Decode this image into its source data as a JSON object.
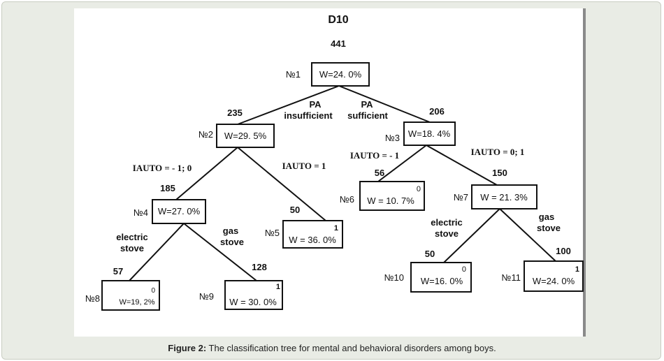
{
  "title": "D10",
  "root_count": "441",
  "nodes": {
    "n1": {
      "id": "№1",
      "w": "W=24. 0%"
    },
    "n2": {
      "id": "№2",
      "w": "W=29. 5%",
      "count": "235"
    },
    "n3": {
      "id": "№3",
      "w": "W=18. 4%",
      "count": "206"
    },
    "n4": {
      "id": "№4",
      "w": "W=27. 0%",
      "count": "185"
    },
    "n5": {
      "id": "№5",
      "w": "W = 36. 0%",
      "count": "50",
      "cls": "1"
    },
    "n6": {
      "id": "№6",
      "w": "W = 10. 7%",
      "count": "56",
      "cls": "0"
    },
    "n7": {
      "id": "№7",
      "w": "W = 21. 3%",
      "count": "150"
    },
    "n8": {
      "id": "№8",
      "w": "W=19, 2%",
      "count": "57",
      "cls": "0"
    },
    "n9": {
      "id": "№9",
      "w": "W = 30. 0%",
      "count": "128",
      "cls": "1"
    },
    "n10": {
      "id": "№10",
      "w": "W=16. 0%",
      "count": "50",
      "cls": "0"
    },
    "n11": {
      "id": "№11",
      "w": "W=24. 0%",
      "count": "100",
      "cls": "1"
    }
  },
  "edges": {
    "pa_insufficient": [
      "PA",
      "insufficient"
    ],
    "pa_sufficient": [
      "PA",
      "sufficient"
    ],
    "iauto_left_n2": "IAUTO = - 1; 0",
    "iauto_right_n2": "IAUTO = 1",
    "iauto_left_n3": "IAUTO = - 1",
    "iauto_right_n3": "IAUTO = 0; 1",
    "electric_stove_n4": [
      "electric",
      "stove"
    ],
    "gas_stove_n4": [
      "gas",
      "stove"
    ],
    "electric_stove_n7": [
      "electric",
      "stove"
    ],
    "gas_stove_n7": [
      "gas",
      "stove"
    ]
  },
  "caption": {
    "label": "Figure 2:",
    "text": " The classification tree for mental and behavioral disorders among boys."
  }
}
